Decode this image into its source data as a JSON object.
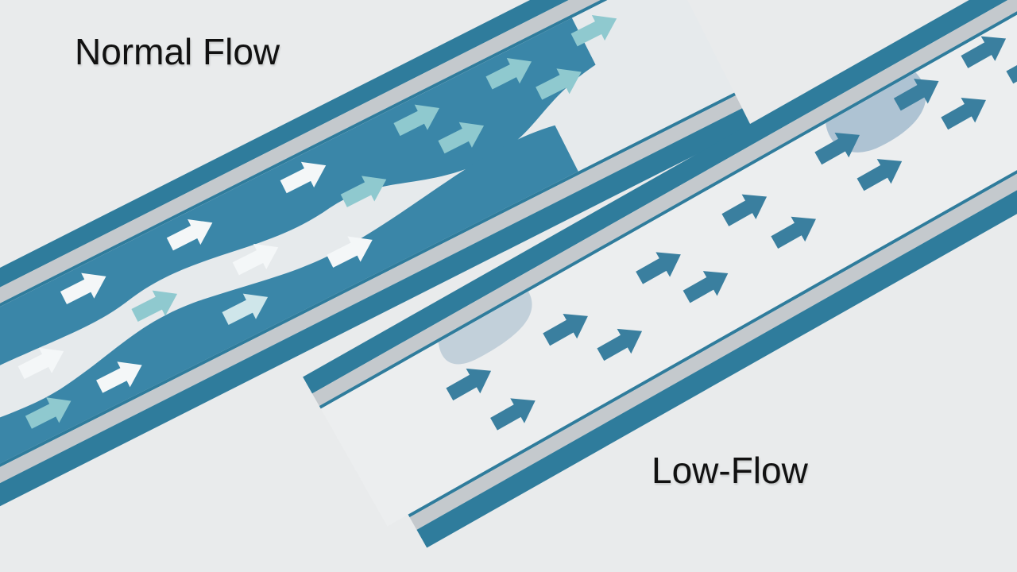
{
  "labels": {
    "normal": "Normal Flow",
    "low": "Low-Flow"
  },
  "colors": {
    "background": "#e9ebec",
    "pipe_wall": "#2f7c9c",
    "pipe_liner": "#c4c9cd",
    "fluid": "#3a86a8",
    "arrow_light": "#f4f7f8",
    "arrow_teal": "#8fc9cf",
    "arrow_dark": "#3a7f9f"
  },
  "pipes": [
    {
      "name": "normal-flow-pipe",
      "flow": "dense",
      "arrow_count": 16
    },
    {
      "name": "low-flow-pipe",
      "flow": "sparse",
      "arrow_count": 14
    }
  ]
}
